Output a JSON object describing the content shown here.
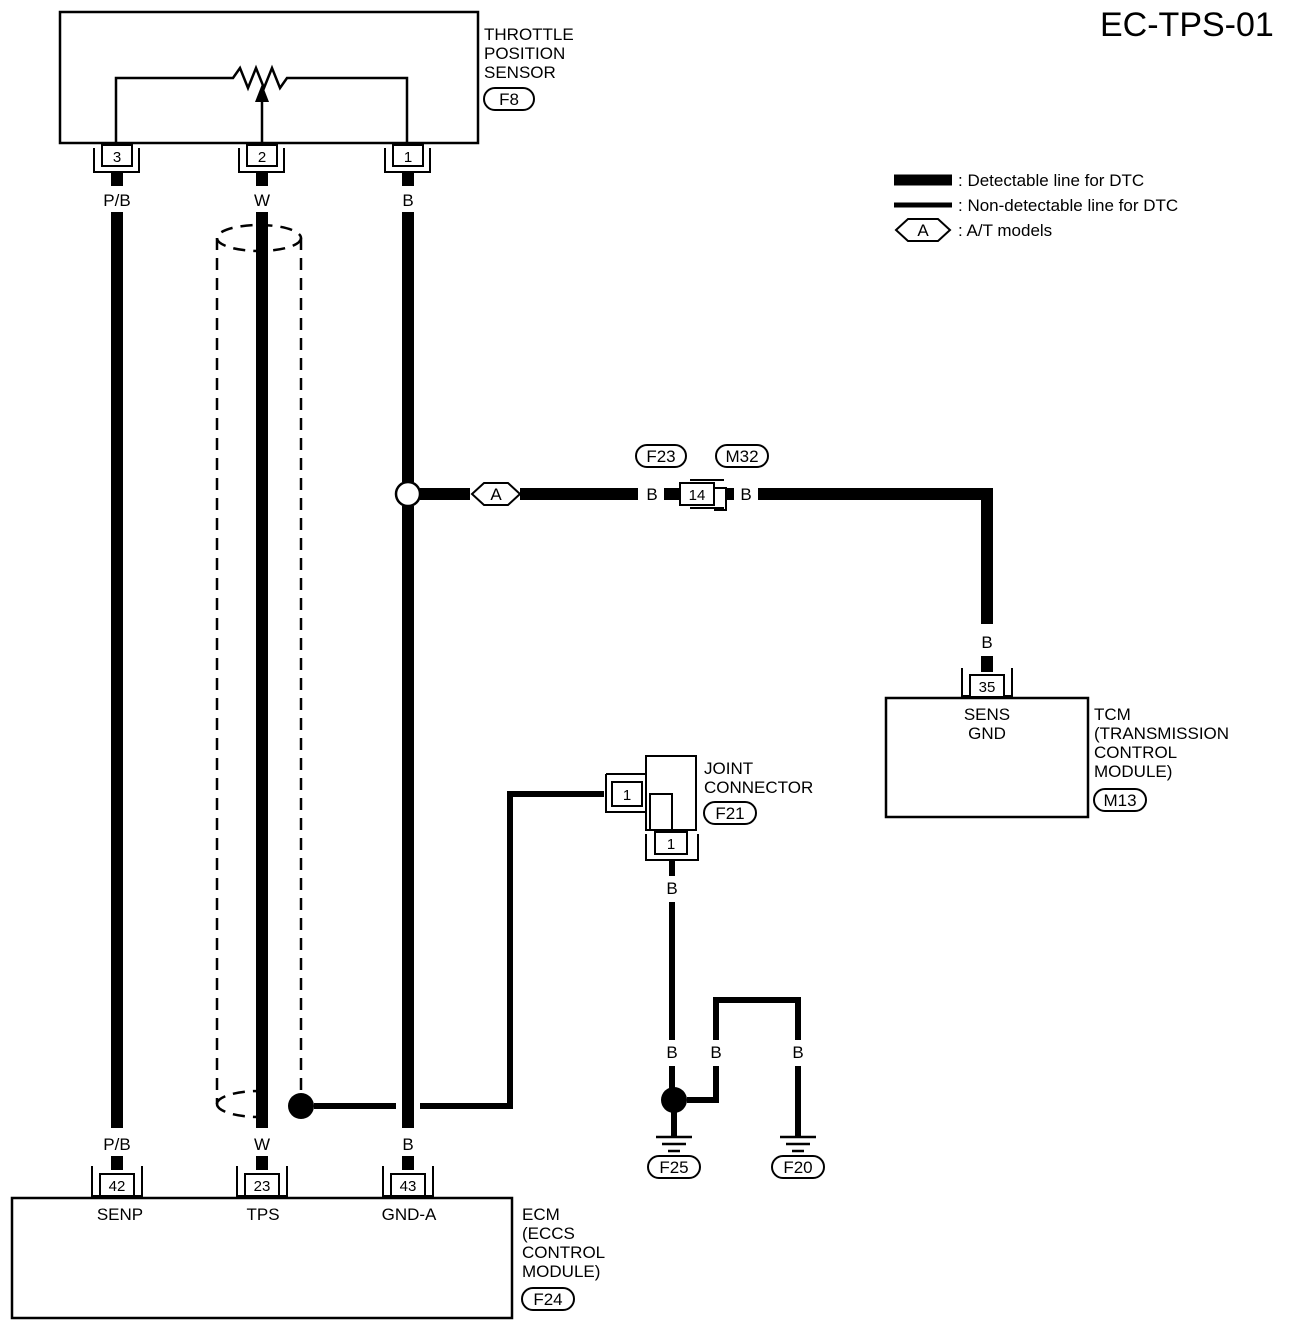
{
  "page_title": "EC-TPS-01",
  "legend": {
    "detectable": ": Detectable line for DTC",
    "non_detectable": ": Non-detectable line for DTC",
    "at_models_tag": "A",
    "at_models": ": A/T models"
  },
  "tps": {
    "name_line1": "THROTTLE",
    "name_line2": "POSITION",
    "name_line3": "SENSOR",
    "connector": "F8",
    "pins": [
      "3",
      "2",
      "1"
    ],
    "wire_colors": [
      "P/B",
      "W",
      "B"
    ]
  },
  "ecm": {
    "name_line1": "ECM",
    "name_line2": "(ECCS",
    "name_line3": "CONTROL",
    "name_line4": "MODULE)",
    "connector": "F24",
    "pins": [
      "42",
      "23",
      "43"
    ],
    "pin_names": [
      "SENP",
      "TPS",
      "GND-A"
    ],
    "wire_colors": [
      "P/B",
      "W",
      "B"
    ]
  },
  "tcm": {
    "name_line1": "TCM",
    "name_line2": "(TRANSMISSION",
    "name_line3": "CONTROL",
    "name_line4": "MODULE)",
    "connector": "M13",
    "pin": "35",
    "pin_name_line1": "SENS",
    "pin_name_line2": "GND",
    "wire_color": "B"
  },
  "inline_connector": {
    "connector_left": "F23",
    "connector_right": "M32",
    "pin": "14",
    "wire_color_left": "B",
    "wire_color_right": "B",
    "option_tag": "A"
  },
  "joint_connector": {
    "name_line1": "JOINT",
    "name_line2": "CONNECTOR",
    "connector": "F21",
    "pin_in": "1",
    "pin_out": "1",
    "wire_color": "B"
  },
  "grounds": {
    "wire_color_1": "B",
    "wire_color_2": "B",
    "wire_color_3": "B",
    "ground_1": "F25",
    "ground_2": "F20"
  }
}
